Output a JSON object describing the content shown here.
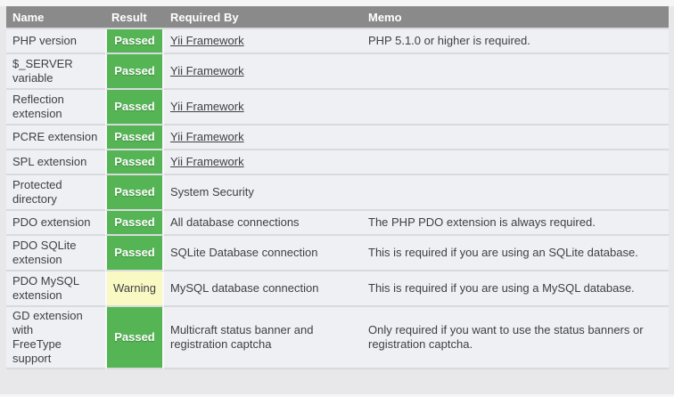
{
  "page": {
    "background": "#e8e8ea",
    "top_strip_color": "#f5f5f6",
    "bottom_strip_color": "#f5f6f7"
  },
  "colors": {
    "header_bg": "#8a8a8a",
    "header_text": "#ffffff",
    "row_bg": "#eff0f3",
    "row_separator": "#d9dadd",
    "cell_text": "#3f4043",
    "passed_bg": "#55b555",
    "passed_text": "#ffffff",
    "warning_bg": "#f9f9c4",
    "warning_text": "#3f4043"
  },
  "table": {
    "columns": [
      {
        "key": "name",
        "label": "Name"
      },
      {
        "key": "result",
        "label": "Result"
      },
      {
        "key": "required_by",
        "label": "Required By"
      },
      {
        "key": "memo",
        "label": "Memo"
      }
    ],
    "rows": [
      {
        "name": "PHP version",
        "result": "Passed",
        "status": "passed",
        "required_by": "Yii Framework",
        "required_by_is_link": true,
        "memo": "PHP 5.1.0 or higher is required."
      },
      {
        "name": "$_SERVER\nvariable",
        "result": "Passed",
        "status": "passed",
        "required_by": "Yii Framework",
        "required_by_is_link": true,
        "memo": ""
      },
      {
        "name": "Reflection\nextension",
        "result": "Passed",
        "status": "passed",
        "required_by": "Yii Framework",
        "required_by_is_link": true,
        "memo": ""
      },
      {
        "name": "PCRE extension",
        "result": "Passed",
        "status": "passed",
        "required_by": "Yii Framework",
        "required_by_is_link": true,
        "memo": ""
      },
      {
        "name": "SPL extension",
        "result": "Passed",
        "status": "passed",
        "required_by": "Yii Framework",
        "required_by_is_link": true,
        "memo": ""
      },
      {
        "name": "Protected\ndirectory",
        "result": "Passed",
        "status": "passed",
        "required_by": "System Security",
        "required_by_is_link": false,
        "memo": ""
      },
      {
        "name": "PDO extension",
        "result": "Passed",
        "status": "passed",
        "required_by": "All database connections",
        "required_by_is_link": false,
        "memo": "The PHP PDO extension is always required."
      },
      {
        "name": "PDO SQLite\nextension",
        "result": "Passed",
        "status": "passed",
        "required_by": "SQLite Database connection",
        "required_by_is_link": false,
        "memo": "This is required if you are using an SQLite database."
      },
      {
        "name": "PDO MySQL\nextension",
        "result": "Warning",
        "status": "warning",
        "required_by": "MySQL database connection",
        "required_by_is_link": false,
        "memo": "This is required if you are using a MySQL database."
      },
      {
        "name": "GD extension\nwith\nFreeType\nsupport",
        "result": "Passed",
        "status": "passed",
        "required_by": "Multicraft status banner and registration captcha",
        "required_by_is_link": false,
        "memo": "Only required if you want to use the status banners or registration captcha."
      }
    ]
  }
}
